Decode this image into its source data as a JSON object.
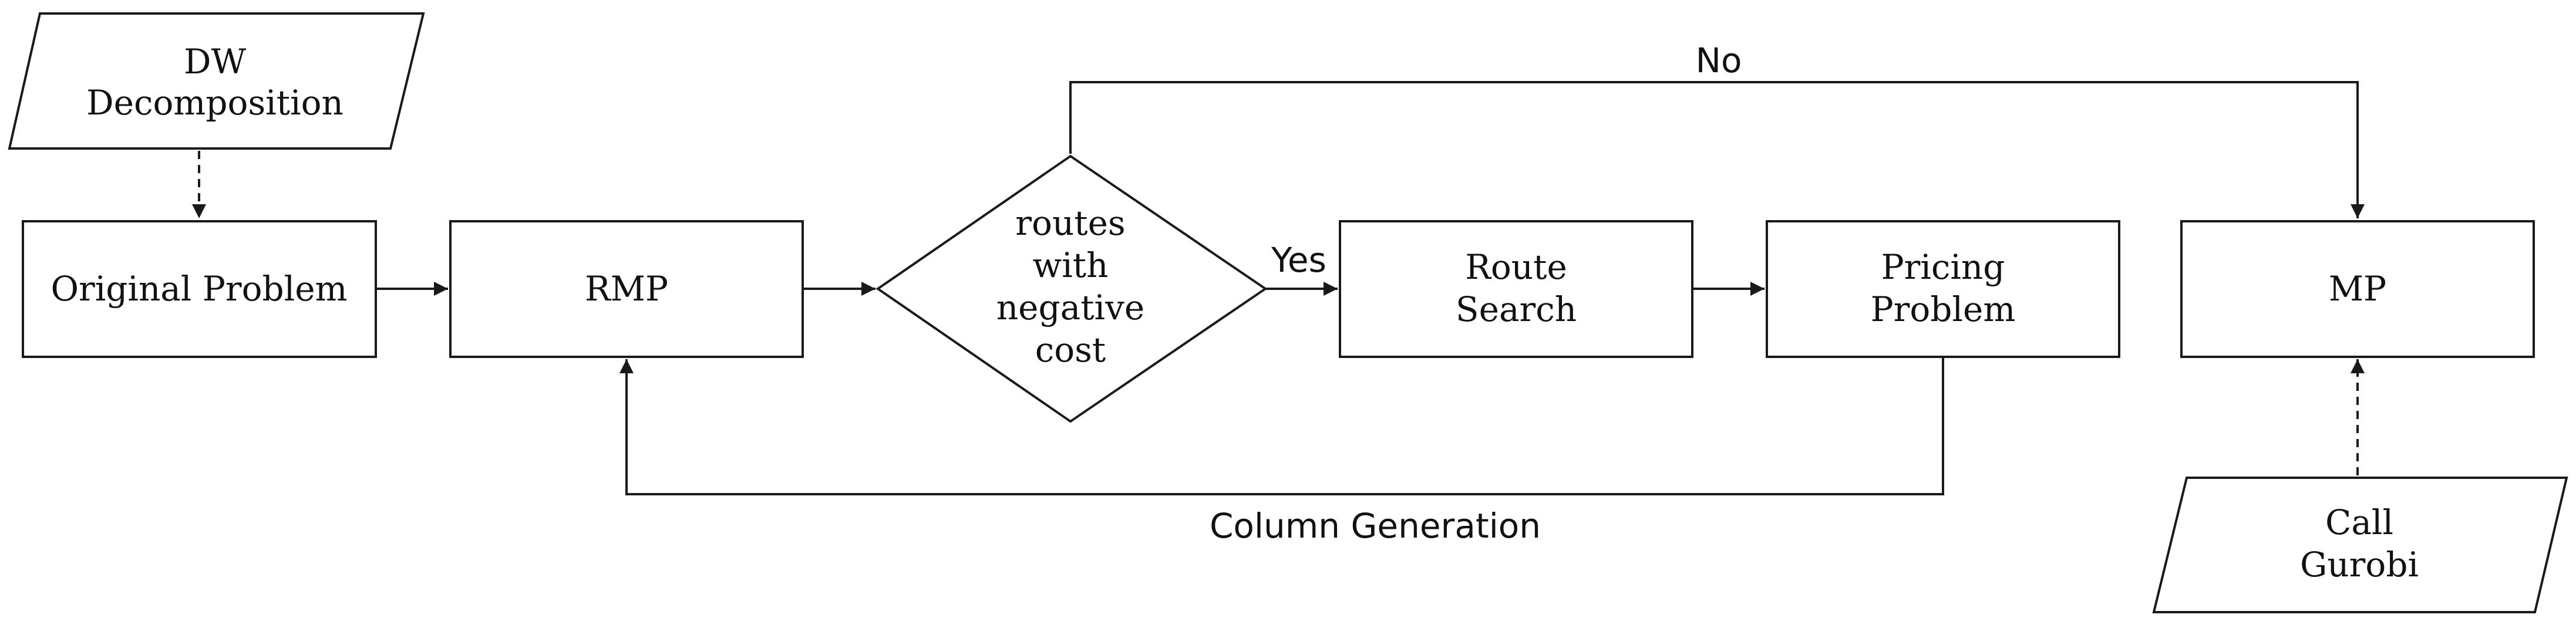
{
  "nodes": {
    "dw": {
      "lines": [
        "DW",
        "Decomposition"
      ]
    },
    "original": {
      "lines": [
        "Original Problem"
      ]
    },
    "rmp": {
      "lines": [
        "RMP"
      ]
    },
    "decision": {
      "lines": [
        "routes",
        "with",
        "negative",
        "cost"
      ]
    },
    "route_search": {
      "lines": [
        "Route",
        "Search"
      ]
    },
    "pricing": {
      "lines": [
        "Pricing",
        "Problem"
      ]
    },
    "mp": {
      "lines": [
        "MP"
      ]
    },
    "gurobi": {
      "lines": [
        "Call",
        "Gurobi"
      ]
    }
  },
  "edge_labels": {
    "no": "No",
    "yes": "Yes",
    "column_generation": "Column Generation"
  }
}
